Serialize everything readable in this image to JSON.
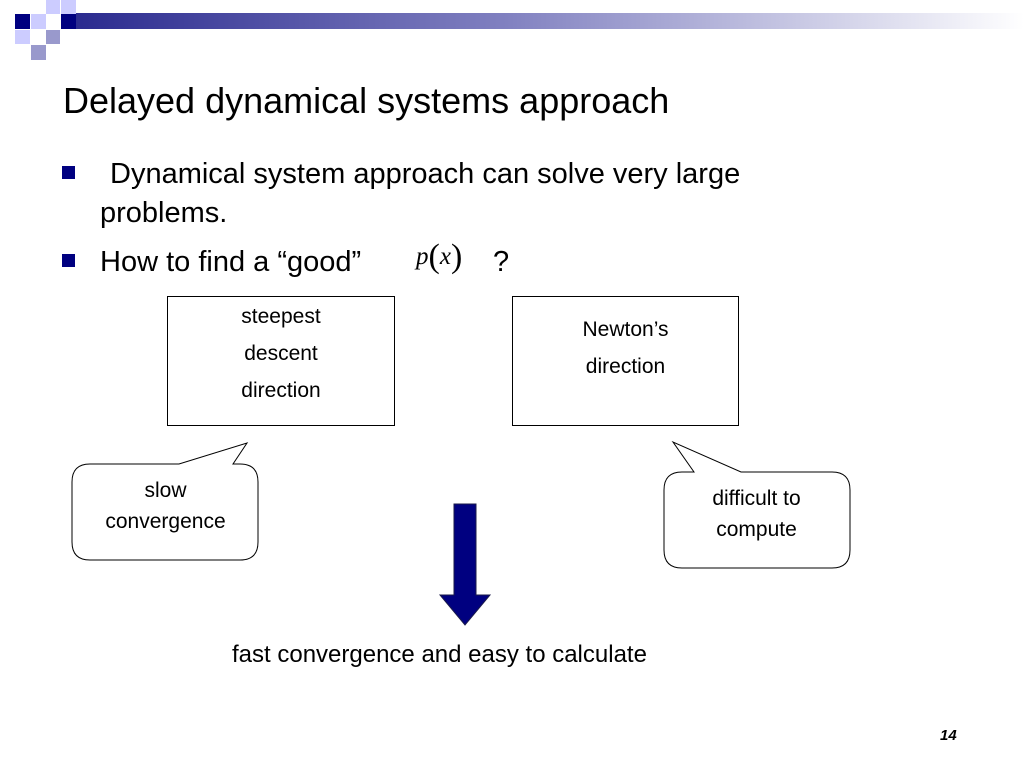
{
  "slide": {
    "title": "Delayed dynamical systems approach",
    "bullets": [
      {
        "line1": "Dynamical system approach can solve very large",
        "line2": "problems."
      },
      {
        "text": "How to find a “good”"
      }
    ],
    "formula": {
      "fn": "p",
      "open": "(",
      "var": "x",
      "close": ")"
    },
    "question_mark": "?",
    "boxes": [
      {
        "lines": [
          "steepest",
          "descent",
          "direction"
        ]
      },
      {
        "lines": [
          "Newton’s",
          "direction"
        ]
      }
    ],
    "callouts": [
      {
        "lines": [
          "slow",
          "convergence"
        ]
      },
      {
        "lines": [
          "difficult to",
          "compute"
        ]
      }
    ],
    "conclusion": "fast convergence and easy to calculate",
    "page_number": "14"
  },
  "colors": {
    "accent_navy": "#000080",
    "decor_lavender": "#9999cc",
    "decor_light": "#ccccff"
  },
  "icons": {
    "bullet": "navy-square",
    "arrow": "down-arrow"
  }
}
